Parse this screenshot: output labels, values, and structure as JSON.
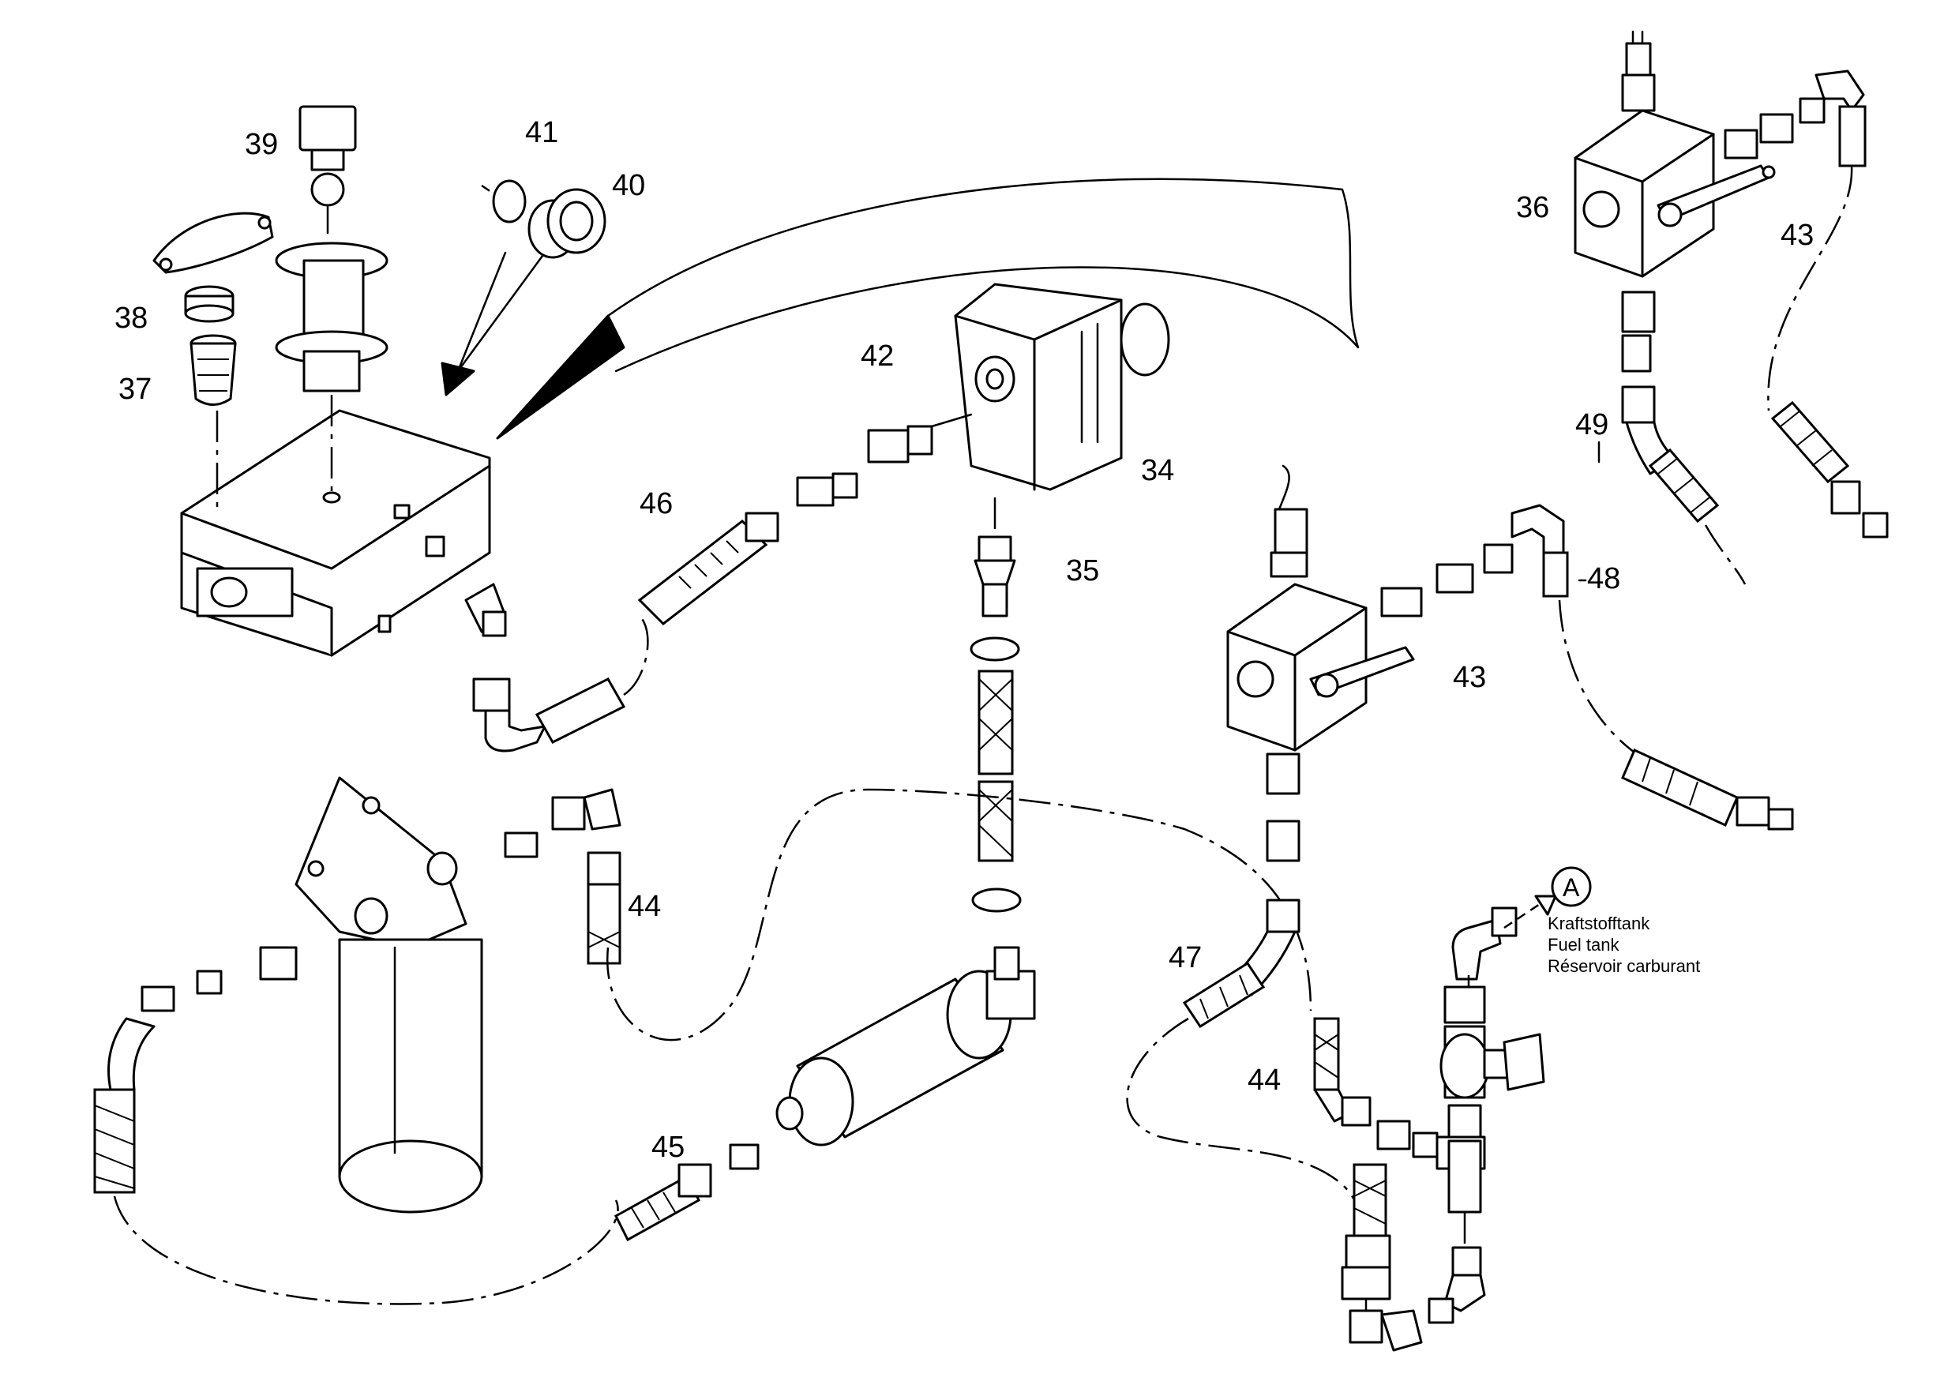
{
  "diagram": {
    "callouts": [
      {
        "id": "c34",
        "label": "34"
      },
      {
        "id": "c35",
        "label": "35"
      },
      {
        "id": "c36",
        "label": "36"
      },
      {
        "id": "c37",
        "label": "37"
      },
      {
        "id": "c38",
        "label": "38"
      },
      {
        "id": "c39",
        "label": "39"
      },
      {
        "id": "c40",
        "label": "40"
      },
      {
        "id": "c41",
        "label": "41"
      },
      {
        "id": "c42",
        "label": "42"
      },
      {
        "id": "c43a",
        "label": "43"
      },
      {
        "id": "c43b",
        "label": "43"
      },
      {
        "id": "c44a",
        "label": "44"
      },
      {
        "id": "c44b",
        "label": "44"
      },
      {
        "id": "c45",
        "label": "45"
      },
      {
        "id": "c46",
        "label": "46"
      },
      {
        "id": "c47",
        "label": "47"
      },
      {
        "id": "c48",
        "label": "48"
      },
      {
        "id": "c49",
        "label": "49"
      }
    ],
    "reference": {
      "marker": "A",
      "lines": [
        "Kraftstofftank",
        "Fuel tank",
        "Réservoir carburant"
      ]
    }
  }
}
